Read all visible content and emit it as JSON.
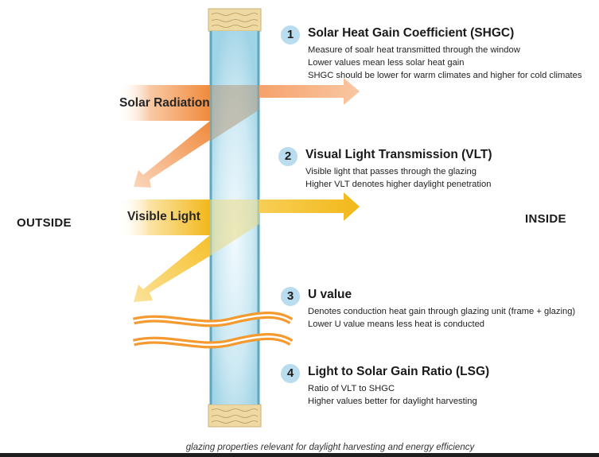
{
  "labels": {
    "outside": "OUTSIDE",
    "inside": "INSIDE",
    "solar_radiation": "Solar Radiation",
    "visible_light": "Visible Light"
  },
  "properties": [
    {
      "number": "1",
      "title": "Solar Heat Gain Coefficient (SHGC)",
      "lines": [
        "Measure of soalr heat transmitted through the window",
        "Lower values mean less solar heat gain",
        "SHGC should be lower for warm climates and higher for cold climates"
      ]
    },
    {
      "number": "2",
      "title": "Visual Light Transmission (VLT)",
      "lines": [
        "Visible light that passes through the glazing",
        "Higher VLT denotes higher daylight penetration"
      ]
    },
    {
      "number": "3",
      "title": "U value",
      "lines": [
        "Denotes conduction heat gain through glazing unit (frame + glazing)",
        "Lower U value means less heat is conducted"
      ]
    },
    {
      "number": "4",
      "title": "Light to Solar Gain Ratio (LSG)",
      "lines": [
        "Ratio of VLT to SHGC",
        "Higher values better for daylight harvesting"
      ]
    }
  ],
  "caption": "glazing properties relevant for daylight harvesting and energy efficiency",
  "colors": {
    "solar": "#f08a3c",
    "visible": "#f2b81a",
    "glass": "#a9d8e8",
    "frame": "#efd9a3",
    "badge": "#b9dcee"
  }
}
